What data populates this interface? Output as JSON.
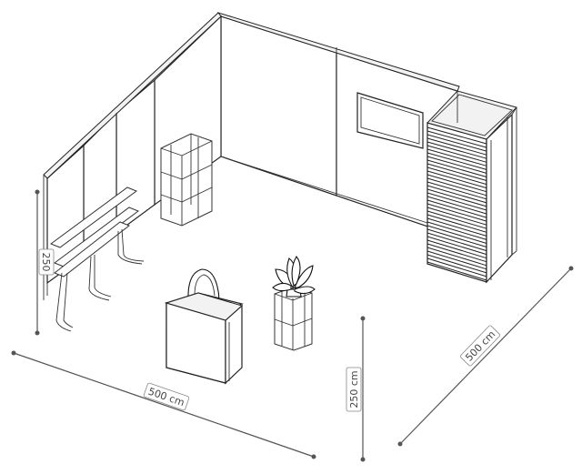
{
  "dimensions": {
    "width_front": "500 cm",
    "depth_right": "500 cm",
    "height_front": "250 cm",
    "height_left": "250"
  },
  "colors": {
    "line": "#222222",
    "dimension": "#555555",
    "background": "#ffffff"
  }
}
